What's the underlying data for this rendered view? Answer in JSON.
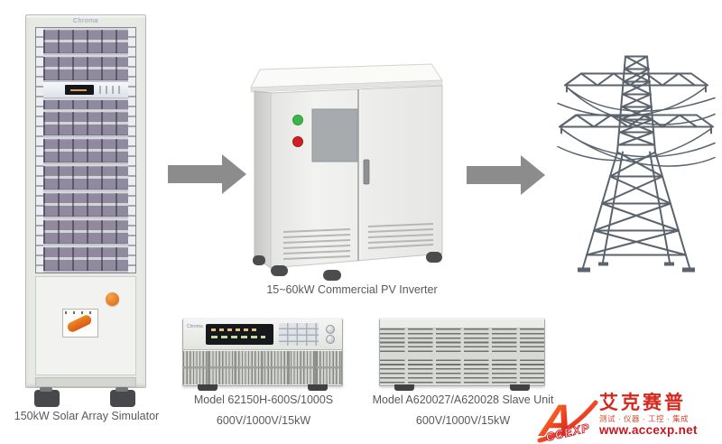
{
  "brand": "Chroma",
  "flow": {
    "source_caption": "150kW Solar Array Simulator",
    "inverter_caption": "15~60kW Commercial PV Inverter"
  },
  "products": {
    "master": {
      "model": "Model 62150H-600S/1000S",
      "rating": "600V/1000V/15kW"
    },
    "slave": {
      "model": "Model A620027/A620028 Slave Unit",
      "rating": "600V/1000V/15kW"
    }
  },
  "logo": {
    "letter": "A",
    "wordmark": "CCEXP",
    "company_cn": "艾克赛普",
    "tagline_cn": "测试 · 仪器 · 工控 · 集成",
    "website": "www.accexp.net"
  },
  "colors": {
    "arrow_gray": "#8c8c8c",
    "tower_gray": "#5b636d",
    "caption_gray": "#58595b",
    "logo_red": "#cc1e23",
    "logo_orange": "#f9a01b",
    "led_green": "#3db449",
    "led_red": "#ce2127",
    "grille_purple": "#8f8a9e"
  },
  "icons": {
    "flow_arrow": "right-arrow-icon",
    "power_grid": "transmission-tower-icon"
  }
}
